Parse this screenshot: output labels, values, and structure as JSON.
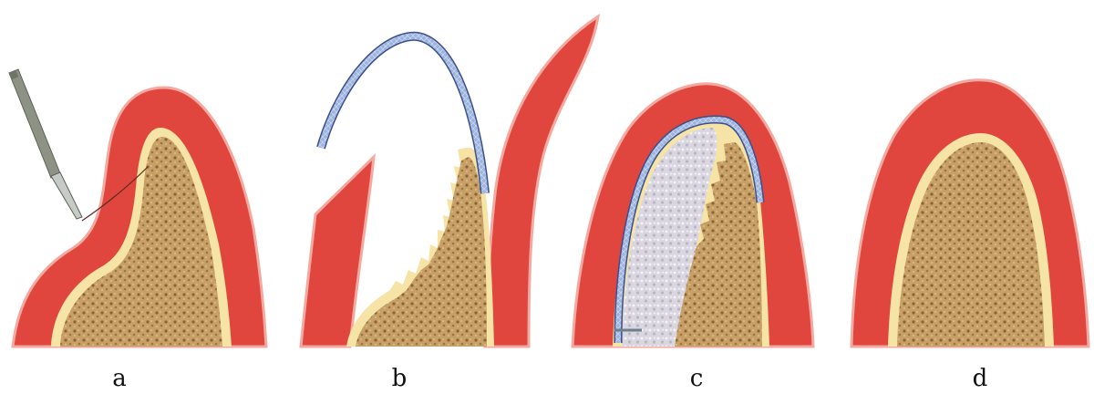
{
  "panels": [
    {
      "label": "a"
    },
    {
      "label": "b"
    },
    {
      "label": "c"
    },
    {
      "label": "d"
    }
  ],
  "colors": {
    "gingiva": "#e0463e",
    "gingiva_light": "#f3a9a0",
    "bone": "#c9a46a",
    "cortex": "#f6e3a6",
    "membrane": "#8ea8d6",
    "membrane_edge": "#3b4f8a",
    "graft": "#d6d3df",
    "scalpel": "#8d9384"
  }
}
